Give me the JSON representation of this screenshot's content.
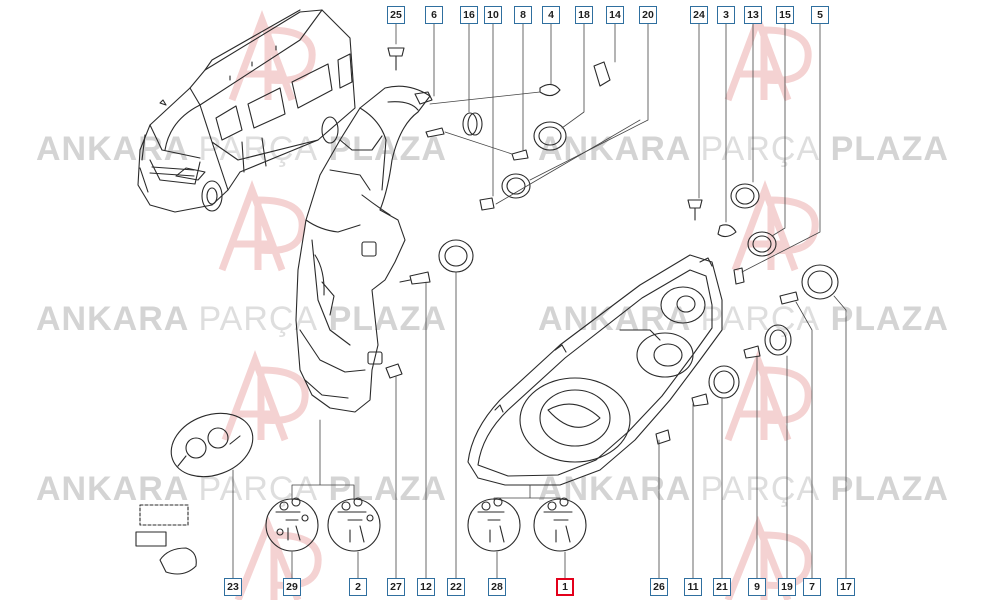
{
  "watermark": {
    "word1": "ANKARA",
    "word2": "PARÇA",
    "word3": "PLAZA"
  },
  "colors": {
    "line": "#2a2a2a",
    "callout_border": "#2f6f9f",
    "highlight": "#e3001b",
    "watermark": "#d4d4d4",
    "watermark_logo": "#efb0b0"
  },
  "callouts": [
    {
      "id": "c25",
      "label": "25"
    },
    {
      "id": "c6",
      "label": "6"
    },
    {
      "id": "c16",
      "label": "16"
    },
    {
      "id": "c10",
      "label": "10"
    },
    {
      "id": "c8",
      "label": "8"
    },
    {
      "id": "c4",
      "label": "4"
    },
    {
      "id": "c18",
      "label": "18"
    },
    {
      "id": "c14",
      "label": "14"
    },
    {
      "id": "c20",
      "label": "20"
    },
    {
      "id": "c24",
      "label": "24"
    },
    {
      "id": "c3",
      "label": "3"
    },
    {
      "id": "c13",
      "label": "13"
    },
    {
      "id": "c15",
      "label": "15"
    },
    {
      "id": "c5",
      "label": "5"
    },
    {
      "id": "c23",
      "label": "23"
    },
    {
      "id": "c29",
      "label": "29"
    },
    {
      "id": "c2",
      "label": "2"
    },
    {
      "id": "c27",
      "label": "27"
    },
    {
      "id": "c12",
      "label": "12"
    },
    {
      "id": "c22",
      "label": "22"
    },
    {
      "id": "c28",
      "label": "28"
    },
    {
      "id": "c1",
      "label": "1",
      "highlight": true
    },
    {
      "id": "c26",
      "label": "26"
    },
    {
      "id": "c11",
      "label": "11"
    },
    {
      "id": "c21",
      "label": "21"
    },
    {
      "id": "c9",
      "label": "9"
    },
    {
      "id": "c19",
      "label": "19"
    },
    {
      "id": "c7",
      "label": "7"
    },
    {
      "id": "c17",
      "label": "17"
    }
  ]
}
